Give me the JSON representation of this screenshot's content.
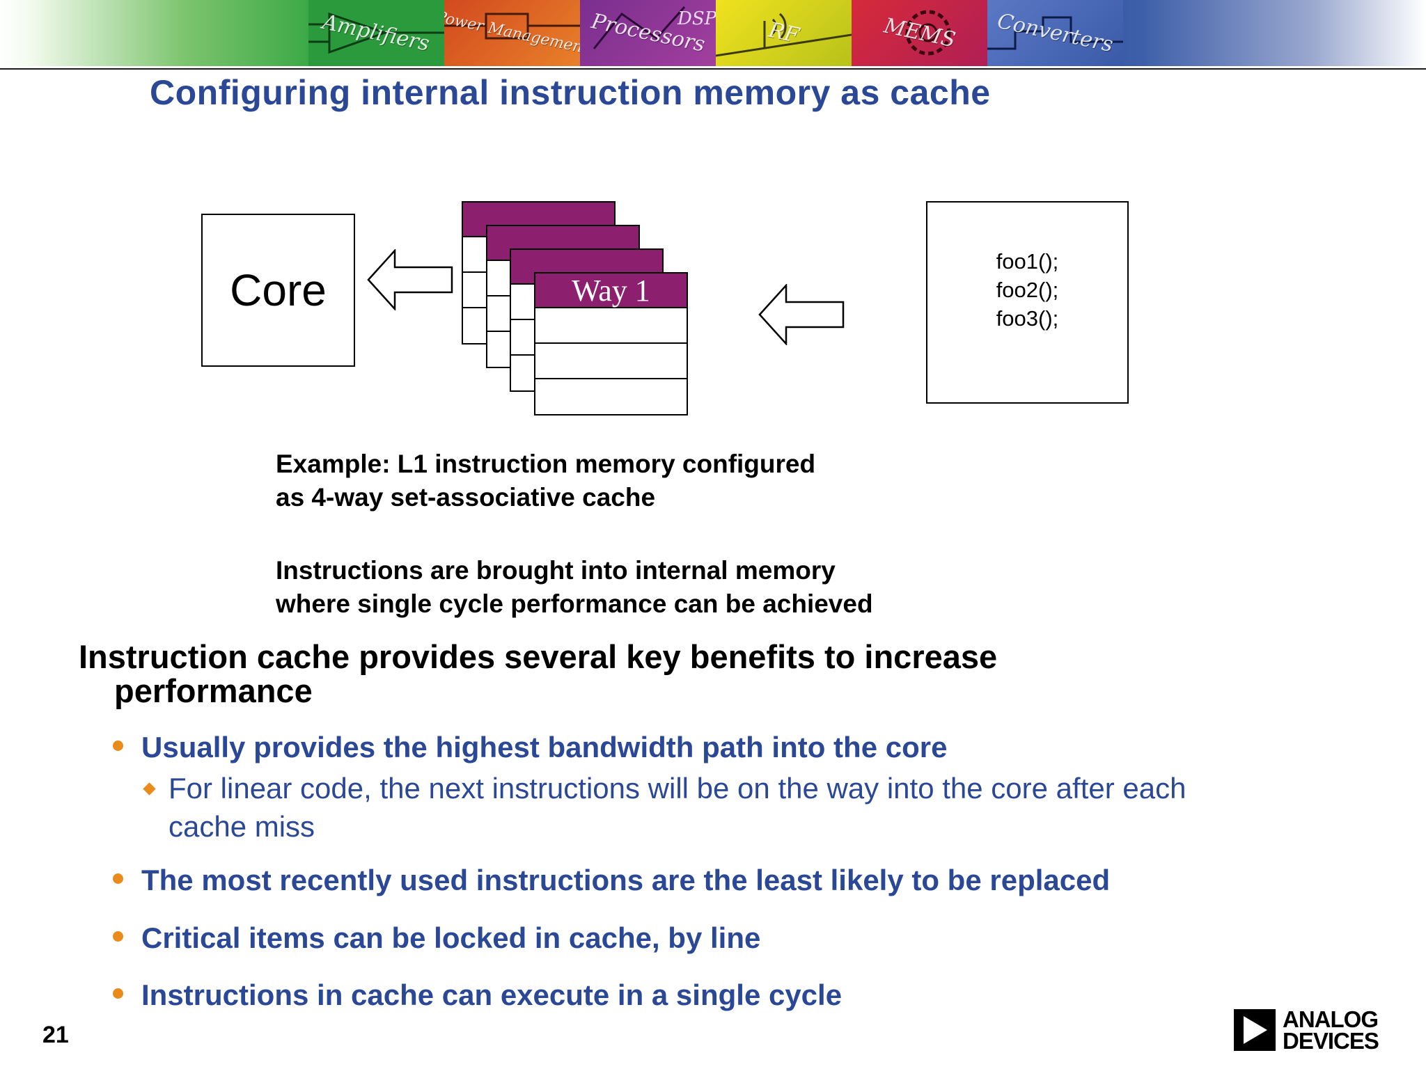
{
  "header": {
    "tiles": [
      {
        "label": "Amplifiers",
        "color": "#2b9a3c"
      },
      {
        "label": "Power Management",
        "color": "#c8351f"
      },
      {
        "label": "Processors",
        "color": "#7a2f8f"
      },
      {
        "label": "RF",
        "color": "#d8cf1a"
      },
      {
        "label": "MEMS",
        "color": "#c61f3a"
      },
      {
        "label": "Converters",
        "color": "#3a5aa8"
      }
    ]
  },
  "title": "Configuring internal instruction memory as cache",
  "diagram": {
    "core_label": "Core",
    "way_label": "Way 1",
    "code_lines": [
      "foo1();",
      "foo2();",
      "foo3();"
    ],
    "way_color": "#8c1f6e"
  },
  "captions": {
    "example_line1": "Example: L1 instruction memory configured",
    "example_line2": "as 4-way set-associative cache",
    "instructions_line1": "Instructions are brought into internal memory",
    "instructions_line2": "where single cycle performance can be achieved"
  },
  "body": {
    "main_point_line1": "Instruction cache provides several key benefits to increase",
    "main_point_line2": "performance",
    "bullets": [
      "Usually provides the highest bandwidth path into the core",
      "The most recently used instructions are the least likely to be replaced",
      "Critical items can be locked in cache, by line",
      "Instructions in cache can execute in a single cycle"
    ],
    "sub_bullet": "For linear code, the next instructions will be on the way into the core after each cache miss"
  },
  "page_number": "21",
  "logo": {
    "line1": "ANALOG",
    "line2": "DEVICES"
  },
  "colors": {
    "title": "#2b4896",
    "bullet_text": "#2b4896",
    "bullet_marker": "#e98a1c"
  }
}
